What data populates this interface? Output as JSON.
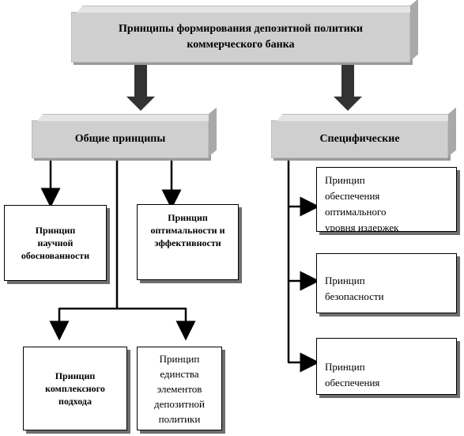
{
  "title": {
    "line1": "Принципы формирования депозитной политики",
    "line2": "коммерческого банка"
  },
  "groups": {
    "general": "Общие принципы",
    "specific": "Специфические"
  },
  "general_principles": {
    "scientific": [
      "Принцип",
      "научной",
      "обоснованности"
    ],
    "optimality": [
      "Принцип",
      "оптимальности и",
      "эффективности"
    ],
    "complex": [
      "Принцип",
      "комплексного",
      "подхода"
    ],
    "unity": [
      "Принцип",
      "единства",
      "элементов",
      "депозитной",
      "политики"
    ]
  },
  "specific_principles": {
    "outflow": [
      "Принцип",
      "обеспечения",
      "оптимального",
      "уровня издержек"
    ],
    "safety": [
      "Принцип",
      "безопасности"
    ],
    "provision": [
      "Принцип",
      "обеспечения"
    ]
  },
  "colors": {
    "banner": "#cfcfcf",
    "arrow": "#333333",
    "line": "#000000"
  }
}
